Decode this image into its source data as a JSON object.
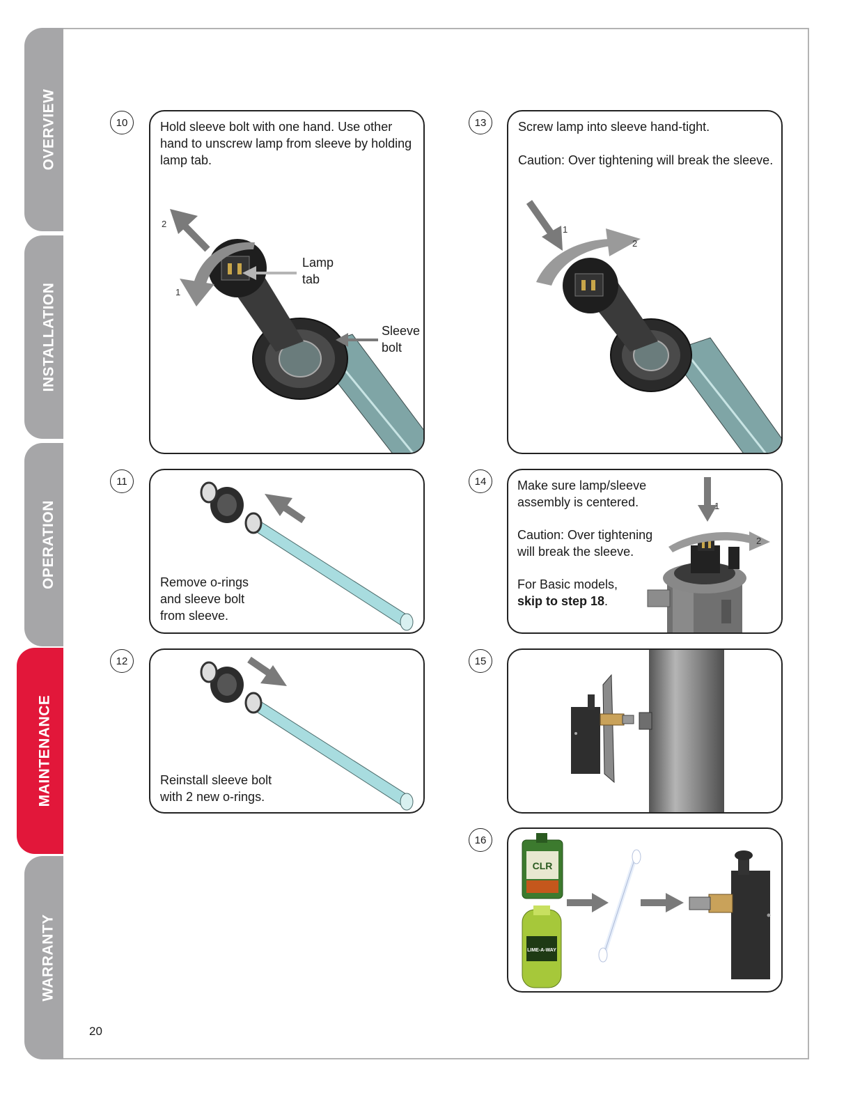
{
  "sidebar": {
    "tabs": [
      {
        "label": "OVERVIEW"
      },
      {
        "label": "INSTALLATION"
      },
      {
        "label": "OPERATION"
      },
      {
        "label": "MAINTENANCE"
      },
      {
        "label": "WARRANTY"
      }
    ]
  },
  "page_number": "20",
  "steps": {
    "s10": {
      "number": "10",
      "text": "Hold sleeve bolt with one hand. Use other hand to unscrew lamp from sleeve by holding lamp tab.",
      "label_lamp": "Lamp",
      "label_lamp2": "tab",
      "label_sleeve": "Sleeve",
      "label_sleeve2": "bolt",
      "mark1": "1",
      "mark2": "2"
    },
    "s11": {
      "number": "11",
      "text_l1": "Remove o-rings",
      "text_l2": "and sleeve bolt",
      "text_l3": "from sleeve."
    },
    "s12": {
      "number": "12",
      "text_l1": "Reinstall sleeve bolt",
      "text_l2": "with 2 new o-rings."
    },
    "s13": {
      "number": "13",
      "text": "Screw lamp into sleeve hand-tight.",
      "caution": "Caution: Over tightening will break the sleeve.",
      "mark1": "1",
      "mark2": "2"
    },
    "s14": {
      "number": "14",
      "text_l1": "Make sure lamp/sleeve",
      "text_l2": "assembly is centered.",
      "caution_l1": "Caution: Over tightening",
      "caution_l2": "will break the sleeve.",
      "basic_l1": "For Basic models,",
      "basic_bold": "skip to step 18",
      "basic_end": ".",
      "mark1": "1",
      "mark2": "2"
    },
    "s15": {
      "number": "15"
    },
    "s16": {
      "number": "16",
      "bottle1": "CLR",
      "bottle2": "LIME-A-WAY"
    }
  },
  "colors": {
    "active_tab": "#e2173a",
    "inactive_tab": "#a6a6a8",
    "arrow": "#7a7a7a",
    "sleeve_glass": "#9fd6da"
  }
}
